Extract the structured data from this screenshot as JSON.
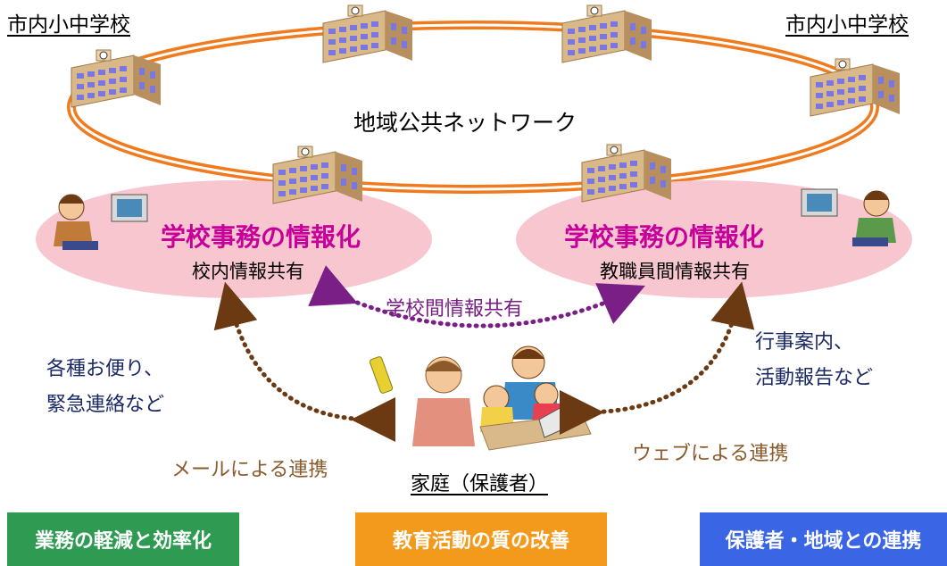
{
  "top_left_label": "市内小中学校",
  "top_right_label": "市内小中学校",
  "network_label": "地域公共ネットワーク",
  "left_cluster": {
    "title": "学校事務の情報化",
    "subtitle": "校内情報共有"
  },
  "right_cluster": {
    "title": "学校事務の情報化",
    "subtitle": "教職員間情報共有"
  },
  "inter_school_label": "学校間情報共有",
  "left_note": [
    "各種お便り、",
    "緊急連絡など"
  ],
  "right_note": [
    "行事案内、",
    "活動報告など"
  ],
  "mail_label": "メールによる連携",
  "web_label": "ウェブによる連携",
  "home_label": "家庭（保護者）",
  "buttons": [
    {
      "label": "業務の軽減と効率化",
      "color": "#2e9a52"
    },
    {
      "label": "教育活動の質の改善",
      "color": "#f39a1c"
    },
    {
      "label": "保護者・地域との連携",
      "color": "#3a66e6"
    }
  ],
  "colors": {
    "network_ring": "#f07a1e",
    "ellipse_fill": "#f8c6cf",
    "accent_pink": "#c8009a",
    "dot_brown": "#6b3a12",
    "dot_purple": "#7a1f86"
  }
}
